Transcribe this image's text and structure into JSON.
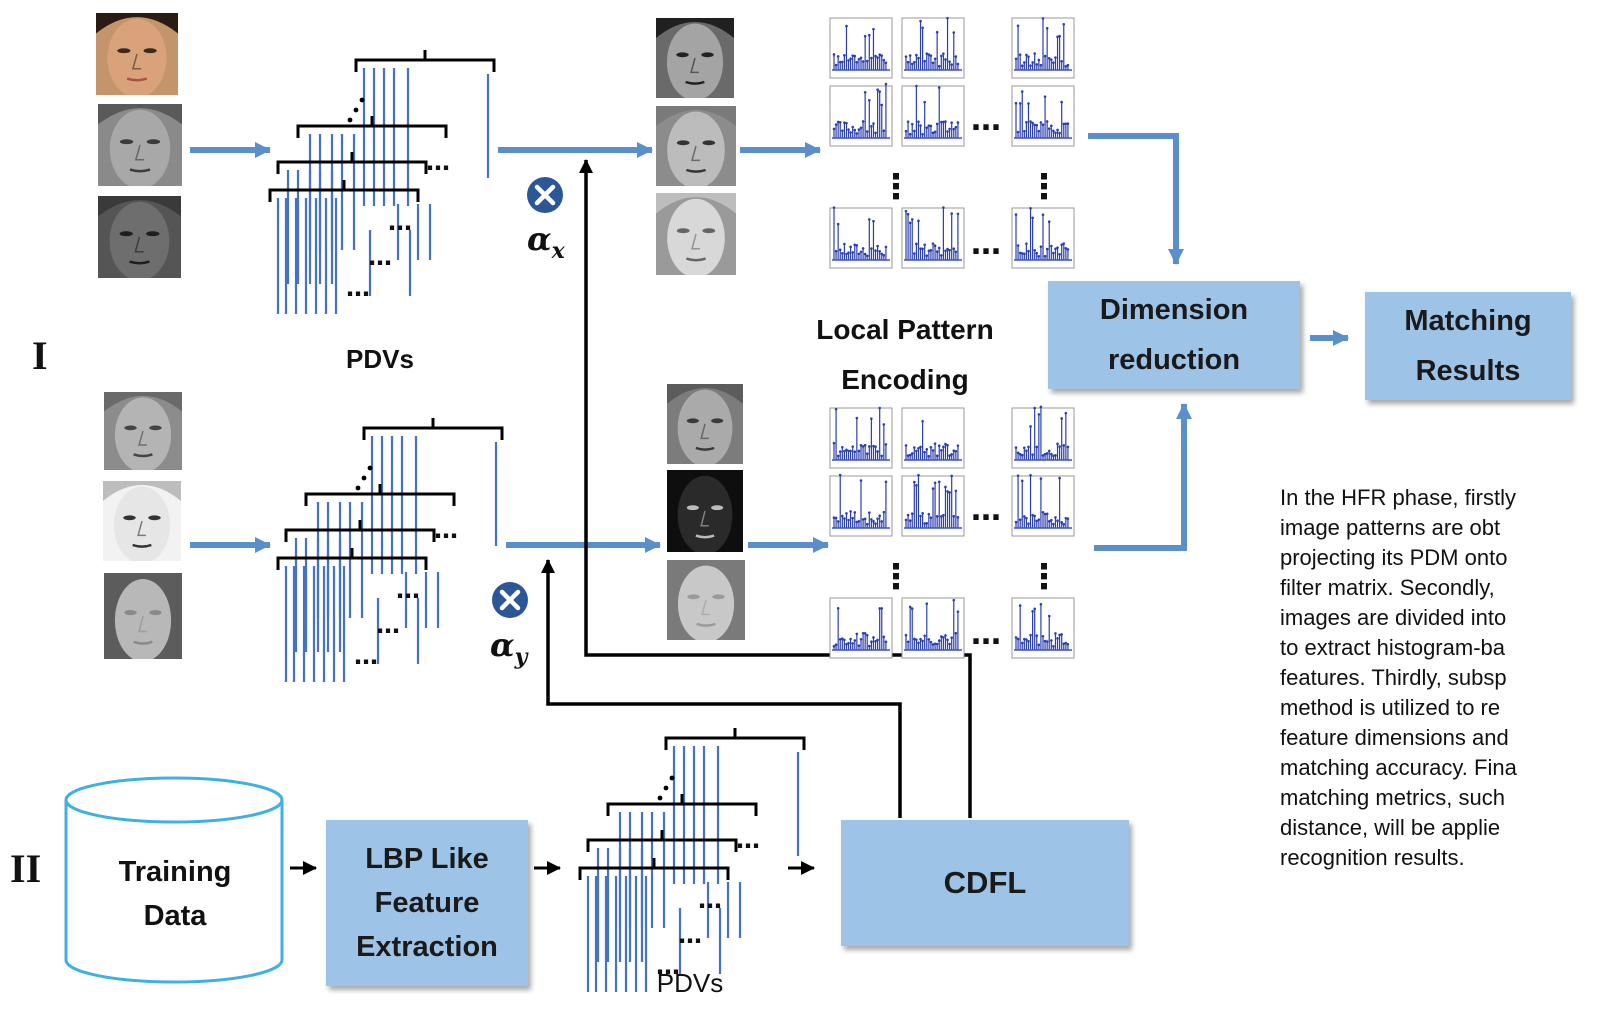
{
  "labels": {
    "stage_one": "I",
    "stage_two": "II",
    "pdvs_top": "PDVs",
    "pdvs_bottom": "PDVs",
    "local_pattern_encoding_line1": "Local Pattern",
    "local_pattern_encoding_line2": "Encoding",
    "alpha_x_symbol": "α",
    "alpha_x_sub": "x",
    "alpha_y_symbol": "α",
    "alpha_y_sub": "y",
    "ellipsis": "…",
    "vdots": "⋮"
  },
  "boxes": {
    "dimension_reduction_line1": "Dimension",
    "dimension_reduction_line2": "reduction",
    "matching_results_line1": "Matching",
    "matching_results_line2": "Results",
    "lbp_line1": "LBP Like",
    "lbp_line2": "Feature",
    "lbp_line3": "Extraction",
    "cdfl": "CDFL"
  },
  "training_data": {
    "line1": "Training",
    "line2": "Data"
  },
  "caption_lines": [
    "In the HFR phase, firstly",
    "image patterns are obt",
    "projecting its PDM onto",
    "filter matrix. Secondly,",
    "images are divided into",
    "to extract histogram-ba",
    "features. Thirdly, subsp",
    "method is utilized to re",
    "feature dimensions and",
    "matching accuracy. Fina",
    "matching metrics, such",
    "distance, will be applie",
    "recognition results."
  ],
  "colors": {
    "arrow_blue": "#5b8fcc",
    "box_fill": "#9dc3e6",
    "pdv_line": "#4472c4",
    "training_outline": "#3fb0e0",
    "multiply_icon": "#2b5797",
    "histogram_stem": "#2a3fb0"
  },
  "icons": {
    "multiply_x": "circled-x-icon",
    "multiply_y": "circled-x-icon"
  }
}
